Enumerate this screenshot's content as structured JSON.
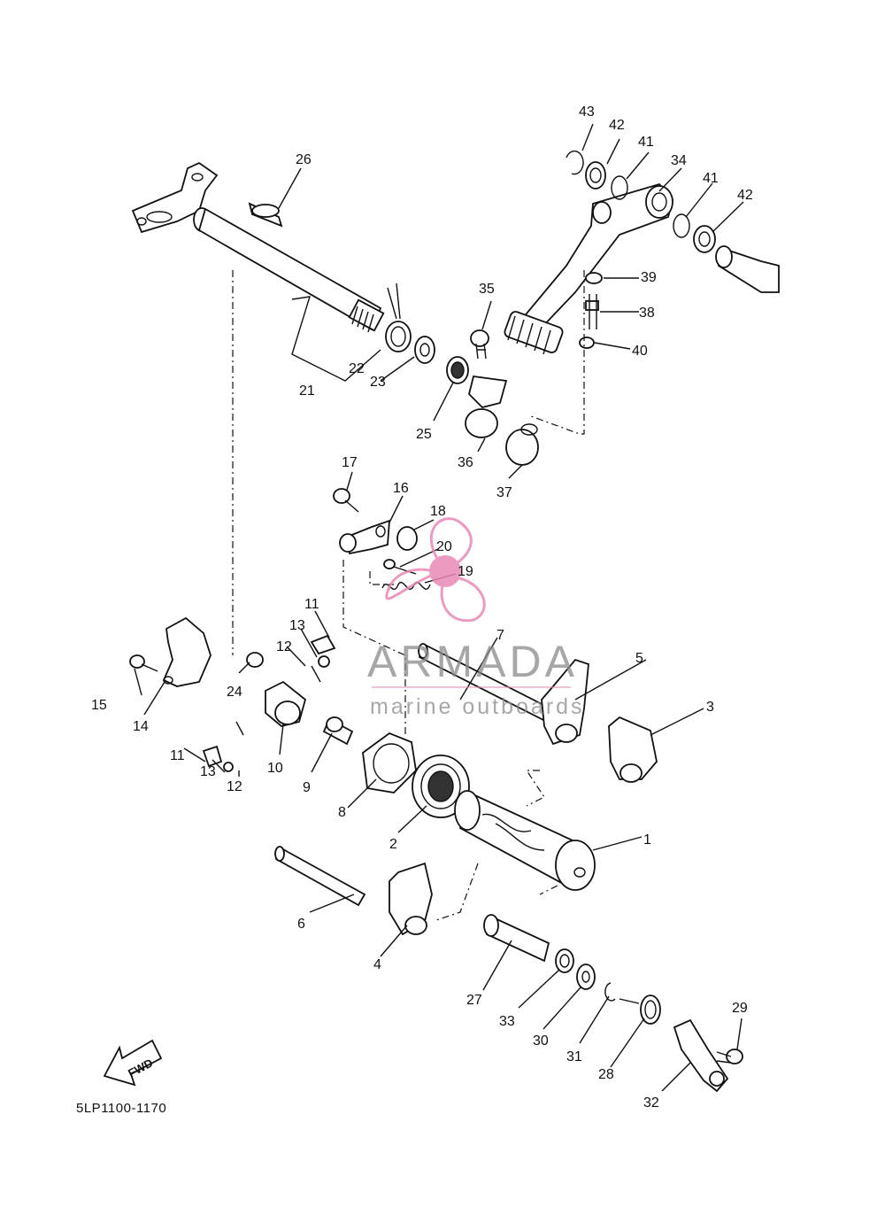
{
  "diagram": {
    "part_code": "5LP1100-1170",
    "fwd_label": "FWD",
    "watermark": {
      "brand": "ARMADA",
      "tagline": "marine outboards"
    },
    "callouts": [
      "1",
      "2",
      "3",
      "4",
      "5",
      "6",
      "7",
      "8",
      "9",
      "10",
      "11",
      "11",
      "12",
      "12",
      "13",
      "13",
      "14",
      "15",
      "16",
      "17",
      "18",
      "19",
      "20",
      "21",
      "22",
      "23",
      "24",
      "25",
      "26",
      "27",
      "28",
      "29",
      "30",
      "31",
      "32",
      "33",
      "34",
      "35",
      "36",
      "37",
      "38",
      "39",
      "40",
      "41",
      "41",
      "42",
      "42",
      "43"
    ]
  }
}
